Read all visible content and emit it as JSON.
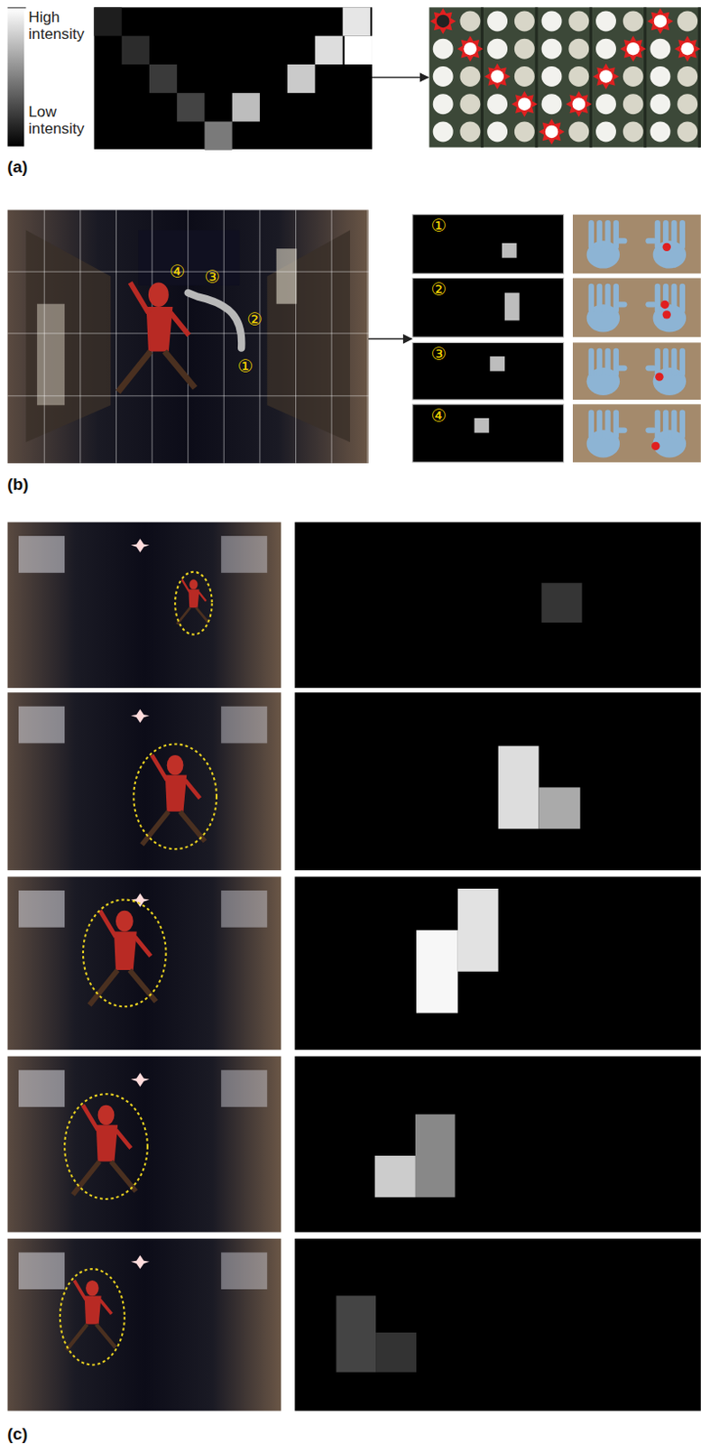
{
  "diagram": {
    "nodes": [
      {
        "text": [
          "①"
        ]
      },
      {
        "text": [
          "②"
        ]
      },
      {
        "text": [
          "③"
        ]
      },
      {
        "text": [
          "④"
        ]
      }
    ],
    "labels": [
      "High intensity",
      "Low intensity",
      "(a)",
      "④",
      "③",
      "②",
      "①",
      "(b)",
      "(c)"
    ]
  }
}
